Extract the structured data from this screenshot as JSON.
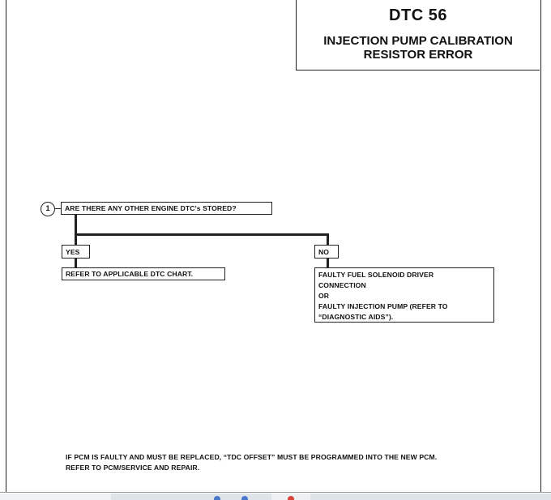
{
  "header": {
    "code": "DTC 56",
    "description": "INJECTION PUMP CALIBRATION RESISTOR ERROR"
  },
  "flow": {
    "step_number": "1",
    "question": "ARE THERE ANY OTHER ENGINE DTC's STORED?",
    "yes_label": "YES",
    "no_label": "NO",
    "yes_result": "REFER TO APPLICABLE DTC CHART.",
    "no_result_line1": "FAULTY FUEL SOLENOID DRIVER",
    "no_result_line2": "CONNECTION",
    "no_result_line3": "OR",
    "no_result_line4": "FAULTY INJECTION PUMP (REFER TO",
    "no_result_line5": "“DIAGNOSTIC AIDS”)."
  },
  "footnote": {
    "line1": "IF PCM IS FAULTY AND MUST BE REPLACED, “TDC OFFSET” MUST BE PROGRAMMED INTO THE NEW PCM.",
    "line2": "REFER TO PCM/SERVICE AND REPAIR."
  },
  "colors": {
    "ink": "#111111",
    "strip": "#dfe3ea",
    "dot_blue": "#4a78c9",
    "dot_red": "#d9453b"
  }
}
